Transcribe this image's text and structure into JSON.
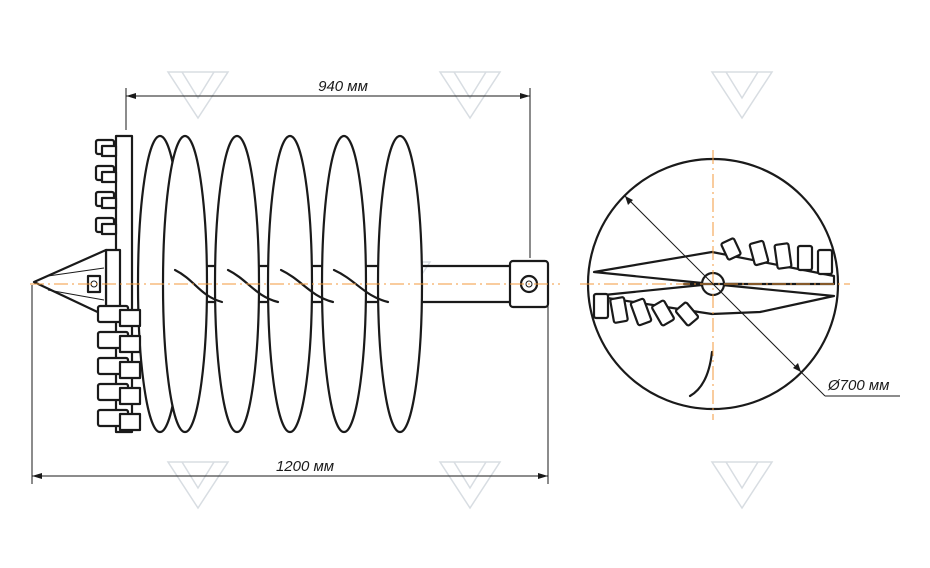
{
  "dimensions": {
    "flight_length": "940 мм",
    "total_length": "1200 мм",
    "diameter": "Ø700 мм"
  },
  "colors": {
    "line": "#1a1a1a",
    "centerline": "#f39a3c",
    "watermark": "#d8dde2"
  }
}
